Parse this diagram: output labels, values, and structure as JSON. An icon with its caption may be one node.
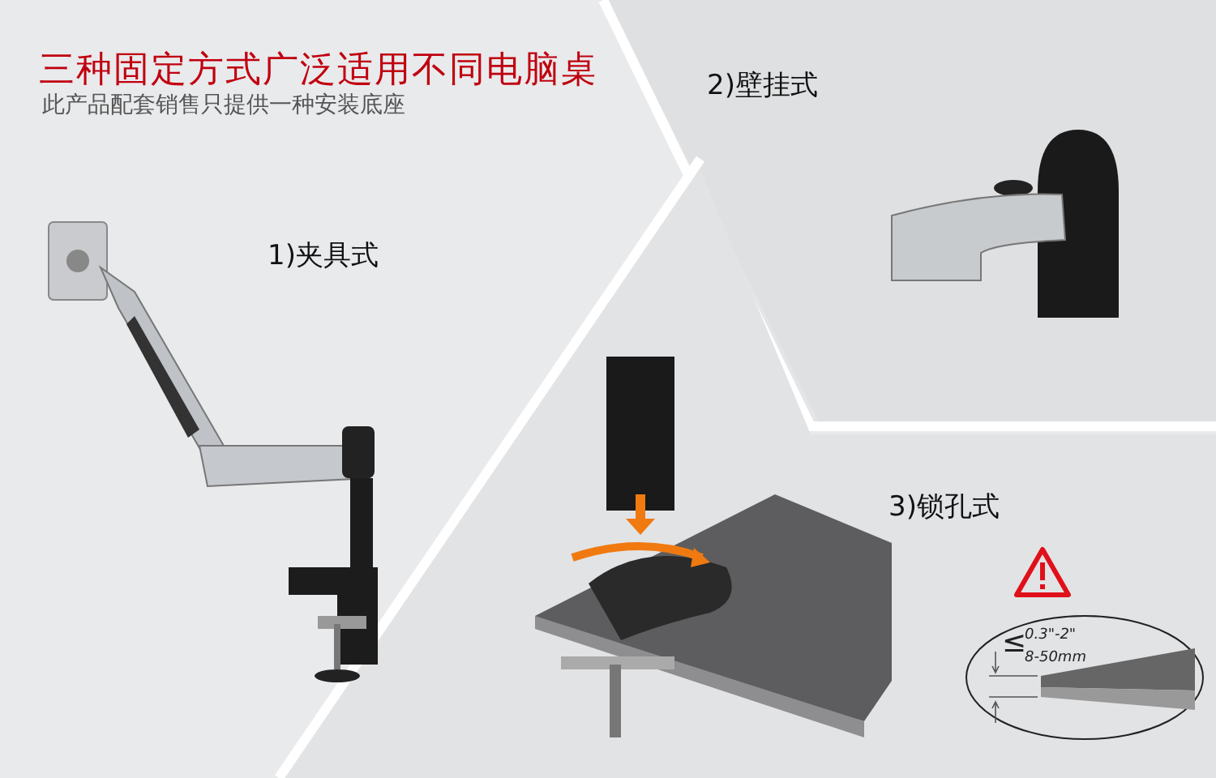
{
  "diagram": {
    "title": "三种固定方式广泛适用不同电脑桌",
    "labels": [
      "此产品配套销售只提供一种安装底座",
      "1)夹具式",
      "2)壁挂式",
      "3)锁孔式",
      "≤",
      "0.3\"-2\"",
      "8-50mm"
    ]
  }
}
